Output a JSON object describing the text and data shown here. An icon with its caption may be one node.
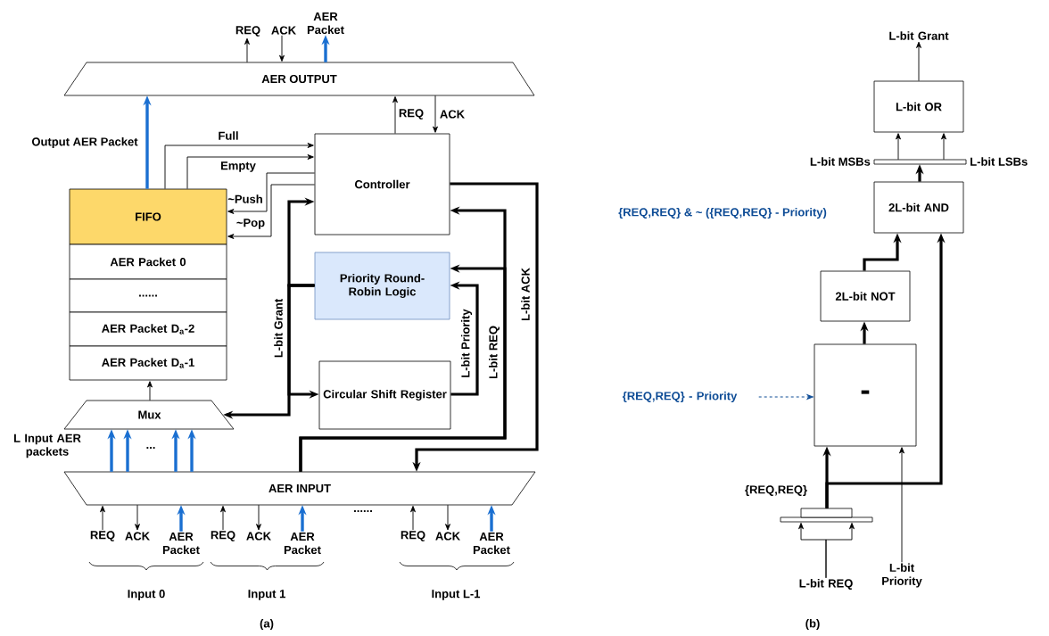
{
  "diagram": {
    "nodes": [
      {
        "text": [
          "AER OUTPUT"
        ]
      },
      {
        "text": [
          "Controller"
        ]
      },
      {
        "text": [
          "FIFO"
        ]
      },
      {
        "text": [
          "AER Packet 0"
        ]
      },
      {
        "text": [
          "......"
        ]
      },
      {
        "text": [
          "AER Packet D$_{a}$-2"
        ]
      },
      {
        "text": [
          "AER Packet D$_{a}$-1"
        ]
      },
      {
        "text": [
          "Priority Round-Robin Logic"
        ]
      },
      {
        "text": [
          "Circular Shift Register"
        ]
      },
      {
        "text": [
          "Mux"
        ]
      },
      {
        "text": [
          "AER INPUT"
        ]
      },
      {
        "text": [
          "REQ"
        ]
      },
      {
        "text": [
          "ACK"
        ]
      },
      {
        "text": [
          "AER Packet"
        ]
      },
      {
        "text": [
          "REQ"
        ]
      },
      {
        "text": [
          "ACK"
        ]
      },
      {
        "text": [
          "AER Packet"
        ]
      },
      {
        "text": [
          "REQ"
        ]
      },
      {
        "text": [
          "ACK"
        ]
      },
      {
        "text": [
          "AER Packet"
        ]
      },
      {
        "text": [
          "REQ"
        ]
      },
      {
        "text": [
          "ACK"
        ]
      },
      {
        "text": [
          "AER Packet"
        ]
      },
      {
        "text": [
          "L-bit Grant"
        ]
      },
      {
        "text": [
          "L-bit OR"
        ]
      },
      {
        "text": [],
        "shape": "bar",
        "beside": [
          "L-bit MSBs",
          "L-bit LSBs"
        ]
      },
      {
        "text": [
          "2L-bit AND"
        ]
      },
      {
        "text": [
          "2L-bit NOT"
        ]
      },
      {
        "text": [
          "-"
        ]
      },
      {
        "text": [],
        "shape": "bar"
      },
      {
        "text": [
          "L-bit REQ"
        ]
      },
      {
        "text": [
          "L-bit Priority"
        ]
      },
      {
        "text": [
          "{REQ,REQ} - Priority"
        ]
      }
    ],
    "edges": [
      {
        "from": 0,
        "to": 11,
        "arrow": "to"
      },
      {
        "from": 12,
        "to": 0,
        "arrow": "to"
      },
      {
        "from": 0,
        "to": 13,
        "arrow": "to",
        "style": "thick",
        "color": "#1a6fd1"
      },
      {
        "from": 2,
        "to": 0,
        "arrow": "to",
        "style": "thick",
        "color": "#1a6fd1",
        "label": "Output AER Packet"
      },
      {
        "from": 2,
        "to": 1,
        "arrow": "to",
        "label": "Full"
      },
      {
        "from": 2,
        "to": 1,
        "arrow": "to",
        "label": "Empty"
      },
      {
        "from": 1,
        "to": 2,
        "arrow": "to",
        "label": "~Push"
      },
      {
        "from": 1,
        "to": 2,
        "arrow": "to",
        "label": "~Pop"
      },
      {
        "from": 1,
        "to": 0,
        "arrow": "to",
        "label": "REQ"
      },
      {
        "from": 0,
        "to": 1,
        "arrow": "to",
        "label": "ACK"
      },
      {
        "from": 7,
        "to": 1,
        "arrow": "to",
        "style": "thick",
        "label": "L-bit Grant"
      },
      {
        "from": 7,
        "to": 8,
        "arrow": "to",
        "style": "thick"
      },
      {
        "from": 7,
        "to": 9,
        "arrow": "to",
        "style": "thick"
      },
      {
        "from": 8,
        "to": 7,
        "arrow": "to",
        "style": "thick",
        "label": "L-bit Priority"
      },
      {
        "from": 10,
        "to": 7,
        "arrow": "to",
        "style": "thick",
        "label": "L-bit REQ"
      },
      {
        "from": 10,
        "to": 1,
        "arrow": "to",
        "style": "thick"
      },
      {
        "from": 1,
        "to": 10,
        "arrow": "to",
        "style": "thick",
        "label": "L-bit ACK"
      },
      {
        "from": 10,
        "to": 9,
        "arrow": "to",
        "style": "thick",
        "color": "#1a6fd1"
      },
      {
        "from": 10,
        "to": 9,
        "arrow": "to",
        "style": "thick",
        "color": "#1a6fd1"
      },
      {
        "from": 10,
        "to": 9,
        "arrow": "to",
        "style": "thick",
        "color": "#1a6fd1"
      },
      {
        "from": 10,
        "to": 9,
        "arrow": "to",
        "style": "thick",
        "color": "#1a6fd1"
      },
      {
        "from": 9,
        "to": 6,
        "arrow": "to"
      },
      {
        "from": 14,
        "to": 10,
        "arrow": "to"
      },
      {
        "from": 10,
        "to": 15,
        "arrow": "to"
      },
      {
        "from": 16,
        "to": 10,
        "arrow": "to",
        "style": "thick",
        "color": "#1a6fd1"
      },
      {
        "from": 17,
        "to": 10,
        "arrow": "to"
      },
      {
        "from": 10,
        "to": 18,
        "arrow": "to"
      },
      {
        "from": 19,
        "to": 10,
        "arrow": "to",
        "style": "thick",
        "color": "#1a6fd1"
      },
      {
        "from": 20,
        "to": 10,
        "arrow": "to"
      },
      {
        "from": 10,
        "to": 21,
        "arrow": "to"
      },
      {
        "from": 22,
        "to": 10,
        "arrow": "to",
        "style": "thick",
        "color": "#1a6fd1"
      },
      {
        "from": 24,
        "to": 23,
        "arrow": "to"
      },
      {
        "from": 25,
        "to": 24,
        "arrow": "to"
      },
      {
        "from": 25,
        "to": 24,
        "arrow": "to"
      },
      {
        "from": 26,
        "to": 25,
        "arrow": "to",
        "style": "thick"
      },
      {
        "from": 27,
        "to": 26,
        "arrow": "to",
        "style": "thick"
      },
      {
        "from": 28,
        "to": 27,
        "arrow": "to",
        "style": "thick"
      },
      {
        "from": 29,
        "to": 28,
        "arrow": "to",
        "style": "thick",
        "label": "{REQ,REQ}"
      },
      {
        "from": 29,
        "to": 26,
        "arrow": "to",
        "style": "thick"
      },
      {
        "from": 31,
        "to": 28,
        "arrow": "to"
      },
      {
        "from": 30,
        "to": 29,
        "arrow": "to"
      },
      {
        "from": 30,
        "to": 29,
        "arrow": "to"
      },
      {
        "from": 32,
        "to": 28,
        "arrow": "to",
        "style": "dashed",
        "color": "#0e4c96"
      }
    ],
    "labels": [
      "...",
      "L Input AER packets",
      "......",
      "Input 0",
      "Input 1",
      "Input L-1",
      "(a)",
      "{REQ,REQ} & ~ ({REQ,REQ} - Priority)",
      "(b)"
    ]
  }
}
